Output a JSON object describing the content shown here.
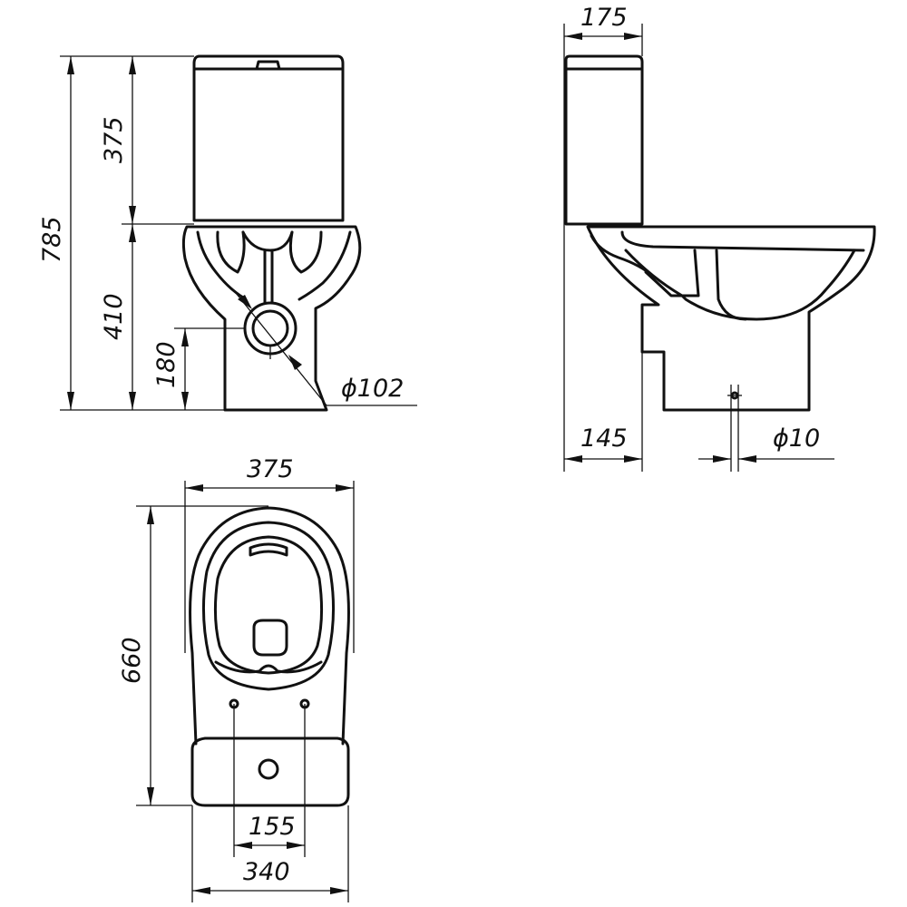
{
  "colors": {
    "line": "#111111",
    "background": "#ffffff"
  },
  "front_view": {
    "overall_height": "785",
    "tank_height": "375",
    "bowl_height": "410",
    "outlet_height": "180",
    "outlet_diameter": "ϕ102"
  },
  "side_view": {
    "tank_depth": "175",
    "outlet_offset": "145",
    "hole_diameter": "ϕ10"
  },
  "top_view": {
    "overall_width": "375",
    "overall_length": "660",
    "mount_hole_spacing": "155",
    "base_width": "340"
  }
}
